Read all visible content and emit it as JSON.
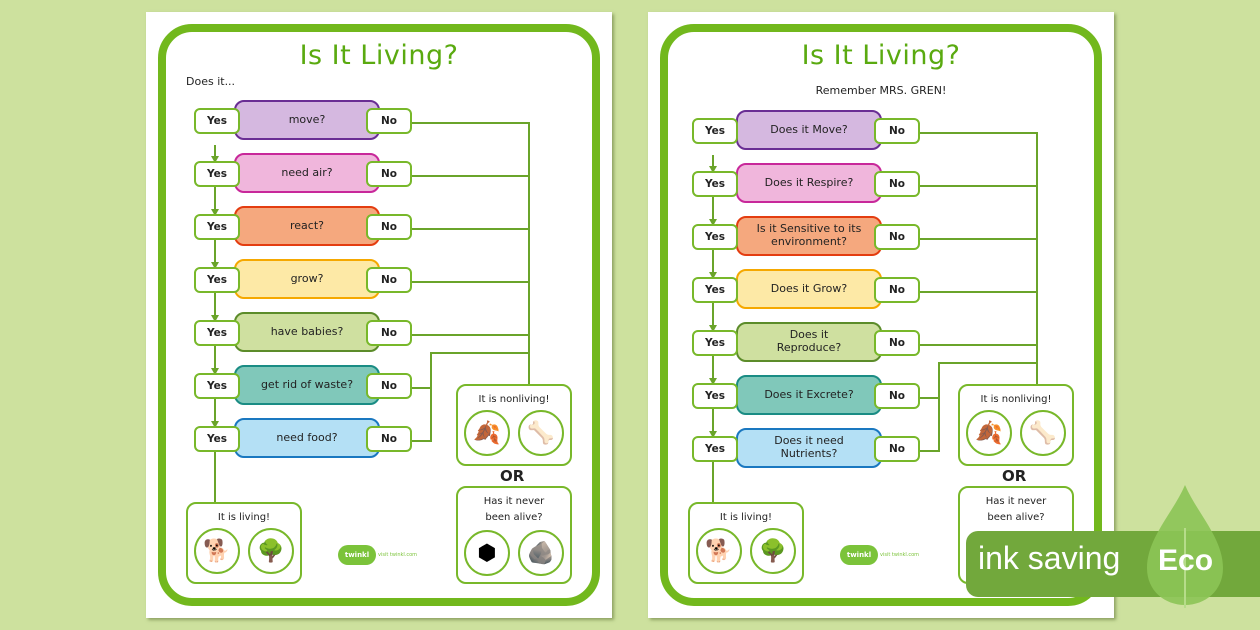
{
  "colors": {
    "background": "#cde19e",
    "frame_green": "#72b81d",
    "title_green": "#5aaa10",
    "q_move": {
      "fill": "#d5b8e0",
      "border": "#6a2e94"
    },
    "q_air": {
      "fill": "#f0b6dc",
      "border": "#c8289a"
    },
    "q_react": {
      "fill": "#f5a87e",
      "border": "#e43d10"
    },
    "q_grow": {
      "fill": "#fde9a6",
      "border": "#f5a800"
    },
    "q_babies": {
      "fill": "#cfe0a0",
      "border": "#5c8c2a"
    },
    "q_waste": {
      "fill": "#80c8ba",
      "border": "#1a8c84"
    },
    "q_food": {
      "fill": "#b4e0f5",
      "border": "#1a78c0"
    },
    "eco_badge": "#72a83c"
  },
  "left_sheet": {
    "title": "Is It Living?",
    "subtitle": "Does it...",
    "questions": [
      {
        "text": "move?",
        "yes": "Yes",
        "no": "No"
      },
      {
        "text": "need air?",
        "yes": "Yes",
        "no": "No"
      },
      {
        "text": "react?",
        "yes": "Yes",
        "no": "No"
      },
      {
        "text": "grow?",
        "yes": "Yes",
        "no": "No"
      },
      {
        "text": "have babies?",
        "yes": "Yes",
        "no": "No"
      },
      {
        "text": "get rid of waste?",
        "yes": "Yes",
        "no": "No"
      },
      {
        "text": "need food?",
        "yes": "Yes",
        "no": "No"
      }
    ],
    "living_box": {
      "label": "It is living!",
      "icons": [
        "dog-icon",
        "tree-icon"
      ]
    },
    "nonliving_box": {
      "label": "It is nonliving!",
      "icons": [
        "dead-leaf-icon",
        "fish-skeleton-icon"
      ]
    },
    "or_label": "OR",
    "never_alive_box": {
      "label": "Has it never been alive?",
      "icons": [
        "metal-nut-icon",
        "rock-icon"
      ]
    },
    "logo": {
      "text": "twinkl",
      "url": "visit twinkl.com"
    }
  },
  "right_sheet": {
    "title": "Is It Living?",
    "subtitle": "Remember MRS. GREN!",
    "questions": [
      {
        "text": "Does it Move?",
        "yes": "Yes",
        "no": "No"
      },
      {
        "text": "Does it Respire?",
        "yes": "Yes",
        "no": "No"
      },
      {
        "text": "Is it Sensitive to its environment?",
        "yes": "Yes",
        "no": "No"
      },
      {
        "text": "Does it Grow?",
        "yes": "Yes",
        "no": "No"
      },
      {
        "text": "Does it Reproduce?",
        "yes": "Yes",
        "no": "No"
      },
      {
        "text": "Does it Excrete?",
        "yes": "Yes",
        "no": "No"
      },
      {
        "text": "Does it need Nutrients?",
        "yes": "Yes",
        "no": "No"
      }
    ],
    "living_box": {
      "label": "It is living!",
      "icons": [
        "dog-icon",
        "tree-icon"
      ]
    },
    "nonliving_box": {
      "label": "It is nonliving!",
      "icons": [
        "dead-leaf-icon",
        "fish-skeleton-icon"
      ]
    },
    "or_label": "OR",
    "never_alive_box": {
      "label": "Has it never been alive?"
    },
    "logo": {
      "text": "twinkl",
      "url": "visit twinkl.com"
    }
  },
  "eco_badge": {
    "label": "ink saving",
    "word": "Eco"
  }
}
